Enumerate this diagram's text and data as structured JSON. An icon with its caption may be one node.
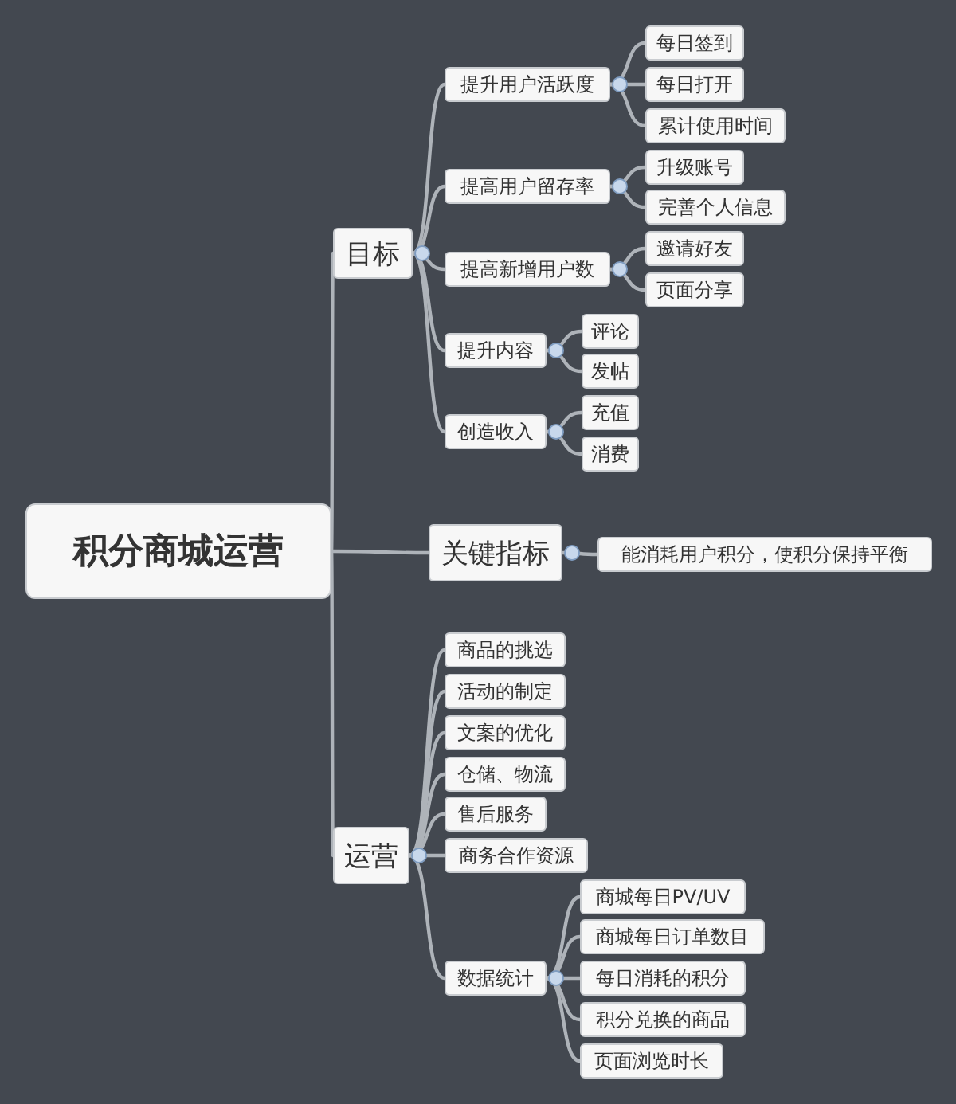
{
  "diagram": {
    "nodes": [
      {
        "text": [
          "积分商城运营"
        ]
      },
      {
        "text": [
          "目标"
        ]
      },
      {
        "text": [
          "提升用户活跃度"
        ]
      },
      {
        "text": [
          "每日签到"
        ]
      },
      {
        "text": [
          "每日打开"
        ]
      },
      {
        "text": [
          "累计使用时间"
        ]
      },
      {
        "text": [
          "提高用户留存率"
        ]
      },
      {
        "text": [
          "升级账号"
        ]
      },
      {
        "text": [
          "完善个人信息"
        ]
      },
      {
        "text": [
          "提高新增用户数"
        ]
      },
      {
        "text": [
          "邀请好友"
        ]
      },
      {
        "text": [
          "页面分享"
        ]
      },
      {
        "text": [
          "提升内容"
        ]
      },
      {
        "text": [
          "评论"
        ]
      },
      {
        "text": [
          "发帖"
        ]
      },
      {
        "text": [
          "创造收入"
        ]
      },
      {
        "text": [
          "充值"
        ]
      },
      {
        "text": [
          "消费"
        ]
      },
      {
        "text": [
          "关键指标"
        ]
      },
      {
        "text": [
          "能消耗用户积分，使积分保持平衡"
        ]
      },
      {
        "text": [
          "运营"
        ]
      },
      {
        "text": [
          "商品的挑选"
        ]
      },
      {
        "text": [
          "活动的制定"
        ]
      },
      {
        "text": [
          "文案的优化"
        ]
      },
      {
        "text": [
          "仓储、物流"
        ]
      },
      {
        "text": [
          "售后服务"
        ]
      },
      {
        "text": [
          "商务合作资源"
        ]
      },
      {
        "text": [
          "数据统计"
        ]
      },
      {
        "text": [
          "商城每日PV/UV"
        ]
      },
      {
        "text": [
          "商城每日订单数目"
        ]
      },
      {
        "text": [
          "每日消耗的积分"
        ]
      },
      {
        "text": [
          "积分兑换的商品"
        ]
      },
      {
        "text": [
          "页面浏览时长"
        ]
      }
    ],
    "edges": [
      {
        "from": 0,
        "to": 1,
        "arrow": "none"
      },
      {
        "from": 1,
        "to": 2,
        "arrow": "none"
      },
      {
        "from": 2,
        "to": 3,
        "arrow": "none"
      },
      {
        "from": 2,
        "to": 4,
        "arrow": "none"
      },
      {
        "from": 2,
        "to": 5,
        "arrow": "none"
      },
      {
        "from": 1,
        "to": 6,
        "arrow": "none"
      },
      {
        "from": 6,
        "to": 7,
        "arrow": "none"
      },
      {
        "from": 6,
        "to": 8,
        "arrow": "none"
      },
      {
        "from": 1,
        "to": 9,
        "arrow": "none"
      },
      {
        "from": 9,
        "to": 10,
        "arrow": "none"
      },
      {
        "from": 9,
        "to": 11,
        "arrow": "none"
      },
      {
        "from": 1,
        "to": 12,
        "arrow": "none"
      },
      {
        "from": 12,
        "to": 13,
        "arrow": "none"
      },
      {
        "from": 12,
        "to": 14,
        "arrow": "none"
      },
      {
        "from": 1,
        "to": 15,
        "arrow": "none"
      },
      {
        "from": 15,
        "to": 16,
        "arrow": "none"
      },
      {
        "from": 15,
        "to": 17,
        "arrow": "none"
      },
      {
        "from": 0,
        "to": 18,
        "arrow": "none"
      },
      {
        "from": 18,
        "to": 19,
        "arrow": "none"
      },
      {
        "from": 0,
        "to": 20,
        "arrow": "none"
      },
      {
        "from": 20,
        "to": 21,
        "arrow": "none"
      },
      {
        "from": 20,
        "to": 22,
        "arrow": "none"
      },
      {
        "from": 20,
        "to": 23,
        "arrow": "none"
      },
      {
        "from": 20,
        "to": 24,
        "arrow": "none"
      },
      {
        "from": 20,
        "to": 25,
        "arrow": "none"
      },
      {
        "from": 20,
        "to": 26,
        "arrow": "none"
      },
      {
        "from": 20,
        "to": 27,
        "arrow": "none"
      },
      {
        "from": 27,
        "to": 28,
        "arrow": "none"
      },
      {
        "from": 27,
        "to": 29,
        "arrow": "none"
      },
      {
        "from": 27,
        "to": 30,
        "arrow": "none"
      },
      {
        "from": 27,
        "to": 31,
        "arrow": "none"
      },
      {
        "from": 27,
        "to": 32,
        "arrow": "none"
      }
    ]
  }
}
